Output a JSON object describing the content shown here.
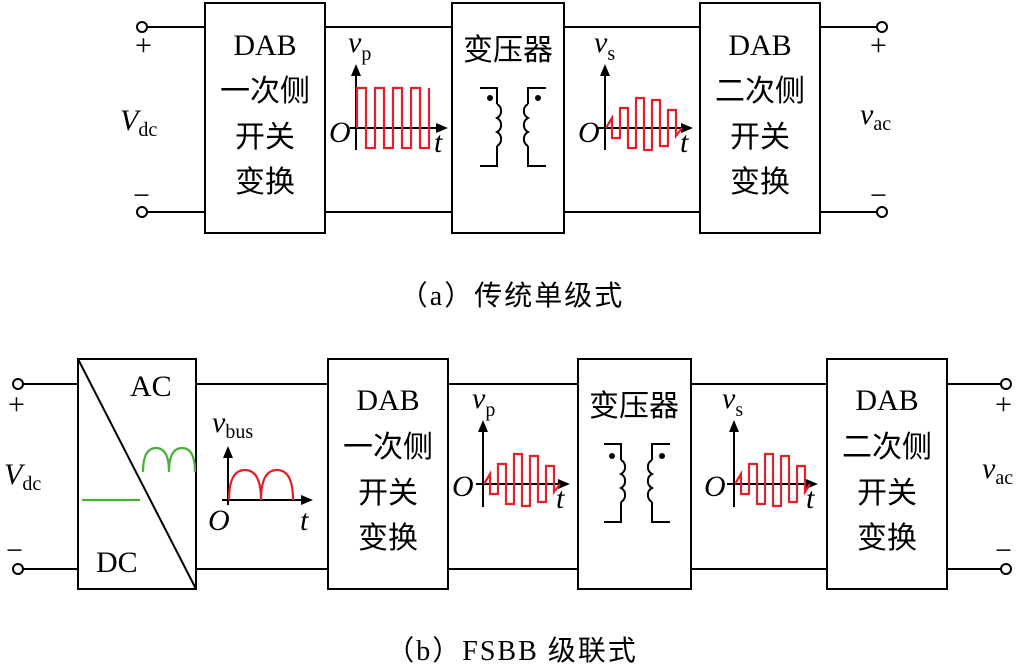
{
  "diagram_a": {
    "input_plus": "+",
    "input_minus": "−",
    "input_label": {
      "main": "V",
      "sub": "dc"
    },
    "output_plus": "+",
    "output_minus": "−",
    "output_label": {
      "main": "v",
      "sub": "ac"
    },
    "block1": [
      "DAB",
      "一次侧",
      "开关",
      "变换"
    ],
    "wave1_label": {
      "main": "v",
      "sub": "p"
    },
    "transformer_label": "变压器",
    "wave2_label": {
      "main": "v",
      "sub": "s"
    },
    "block2": [
      "DAB",
      "二次侧",
      "开关",
      "变换"
    ],
    "origin": "O",
    "t_axis": "t",
    "caption": "（a）传统单级式"
  },
  "diagram_b": {
    "input_plus": "+",
    "input_minus": "−",
    "input_label": {
      "main": "V",
      "sub": "dc"
    },
    "output_plus": "+",
    "output_minus": "−",
    "output_label": {
      "main": "v",
      "sub": "ac"
    },
    "converter_ac": "AC",
    "converter_dc": "DC",
    "bus_label": {
      "main": "v",
      "sub": "bus"
    },
    "block1": [
      "DAB",
      "一次侧",
      "开关",
      "变换"
    ],
    "wave1_label": {
      "main": "v",
      "sub": "p"
    },
    "transformer_label": "变压器",
    "wave2_label": {
      "main": "v",
      "sub": "s"
    },
    "block2": [
      "DAB",
      "二次侧",
      "开关",
      "变换"
    ],
    "origin": "O",
    "t_axis": "t",
    "caption": "（b）FSBB 级联式"
  },
  "colors": {
    "wave": "#e0202a",
    "ac_dc": "#4caf3a",
    "line": "#000000"
  }
}
